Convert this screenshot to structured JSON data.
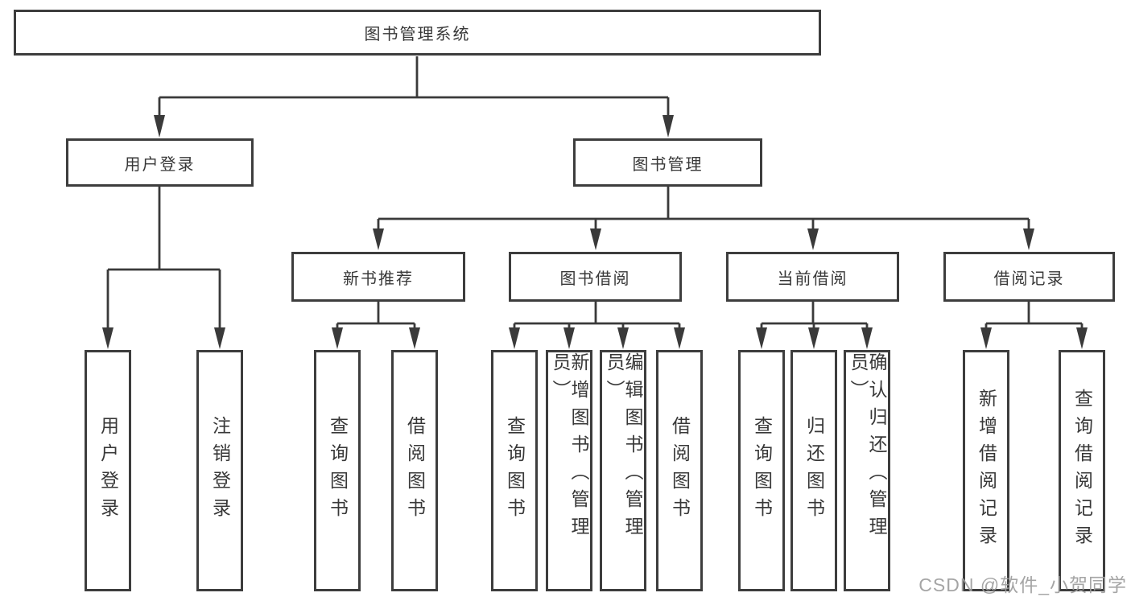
{
  "diagram": {
    "root": {
      "label": "图书管理系统"
    },
    "branches": [
      {
        "label": "用户登录",
        "children": [
          {
            "label": "用户登录"
          },
          {
            "label": "注销登录"
          }
        ]
      },
      {
        "label": "图书管理",
        "children": [
          {
            "label": "新书推荐",
            "children": [
              {
                "label": "查询图书"
              },
              {
                "label": "借阅图书"
              }
            ]
          },
          {
            "label": "图书借阅",
            "children": [
              {
                "label": "查询图书"
              },
              {
                "label": "新增图书（管理员）"
              },
              {
                "label": "编辑图书（管理员）"
              },
              {
                "label": "借阅图书"
              }
            ]
          },
          {
            "label": "当前借阅",
            "children": [
              {
                "label": "查询图书"
              },
              {
                "label": "归还图书"
              },
              {
                "label": "确认归还（管理员）"
              }
            ]
          },
          {
            "label": "借阅记录",
            "children": [
              {
                "label": "新增借阅记录"
              },
              {
                "label": "查询借阅记录"
              }
            ]
          }
        ]
      }
    ]
  },
  "watermark": {
    "text": "CSDN @软件_小贺同学"
  },
  "colors": {
    "line": "#3a3a3a",
    "border": "#3d3d3d",
    "text": "#383838",
    "watermark": "#9e9e9e",
    "background": "#ffffff"
  }
}
